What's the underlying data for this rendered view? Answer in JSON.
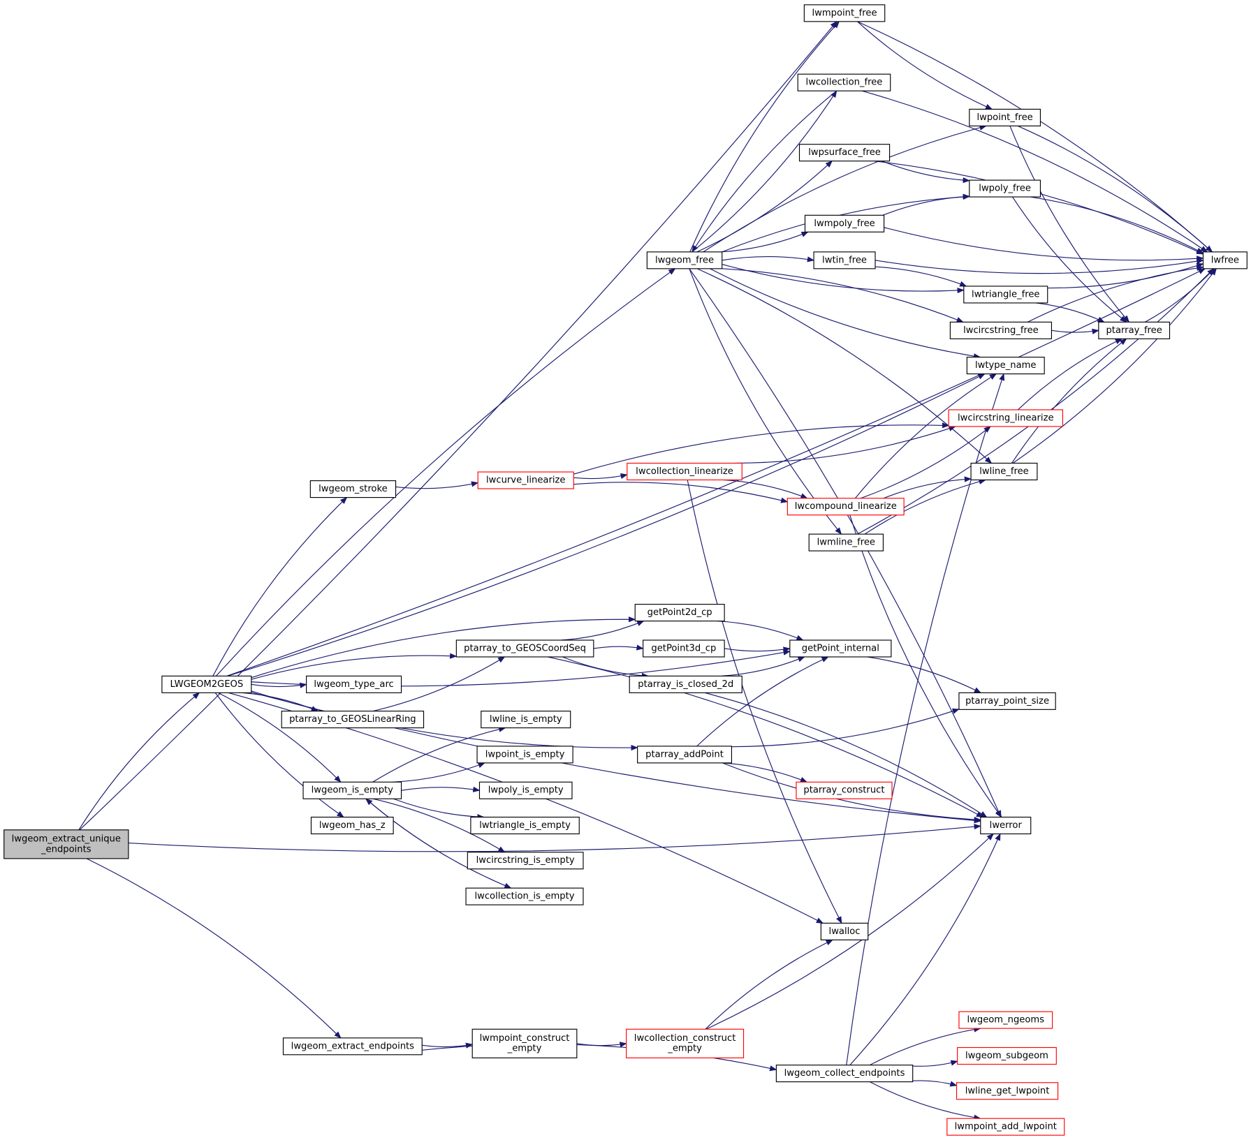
{
  "title": "Call graph of lwgeom_extract_unique_endpoints",
  "colors": {
    "edge": "#191970",
    "root_fill": "#bfbfbf",
    "node_border": "#000000",
    "external_border": "#ff0000"
  },
  "nodes": [
    {
      "id": "root",
      "label": [
        "lwgeom_extract_unique",
        "_endpoints"
      ],
      "style": "root"
    },
    {
      "id": "LWGEOM2GEOS",
      "label": [
        "LWGEOM2GEOS"
      ],
      "style": "normal"
    },
    {
      "id": "lwpoint_free_m",
      "label": [
        "lwmpoint_free"
      ],
      "style": "normal"
    },
    {
      "id": "lwcollection_free",
      "label": [
        "lwcollection_free"
      ],
      "style": "normal"
    },
    {
      "id": "lwpoint_free",
      "label": [
        "lwpoint_free"
      ],
      "style": "normal"
    },
    {
      "id": "lwpsurface_free",
      "label": [
        "lwpsurface_free"
      ],
      "style": "normal"
    },
    {
      "id": "lwpoly_free",
      "label": [
        "lwpoly_free"
      ],
      "style": "normal"
    },
    {
      "id": "lwmpoly_free",
      "label": [
        "lwmpoly_free"
      ],
      "style": "normal"
    },
    {
      "id": "lwgeom_free",
      "label": [
        "lwgeom_free"
      ],
      "style": "normal"
    },
    {
      "id": "lwtin_free",
      "label": [
        "lwtin_free"
      ],
      "style": "normal"
    },
    {
      "id": "lwfree",
      "label": [
        "lwfree"
      ],
      "style": "normal"
    },
    {
      "id": "lwtriangle_free",
      "label": [
        "lwtriangle_free"
      ],
      "style": "normal"
    },
    {
      "id": "lwcircstring_free",
      "label": [
        "lwcircstring_free"
      ],
      "style": "normal"
    },
    {
      "id": "ptarray_free",
      "label": [
        "ptarray_free"
      ],
      "style": "normal"
    },
    {
      "id": "lwtype_name",
      "label": [
        "lwtype_name"
      ],
      "style": "normal"
    },
    {
      "id": "lwcircstring_linearize",
      "label": [
        "lwcircstring_linearize"
      ],
      "style": "red"
    },
    {
      "id": "lwgeom_stroke",
      "label": [
        "lwgeom_stroke"
      ],
      "style": "normal"
    },
    {
      "id": "lwcurve_linearize",
      "label": [
        "lwcurve_linearize"
      ],
      "style": "red"
    },
    {
      "id": "lwcollection_linearize",
      "label": [
        "lwcollection_linearize"
      ],
      "style": "red"
    },
    {
      "id": "lwline_free",
      "label": [
        "lwline_free"
      ],
      "style": "normal"
    },
    {
      "id": "lwcompound_linearize",
      "label": [
        "lwcompound_linearize"
      ],
      "style": "red"
    },
    {
      "id": "lwmline_free",
      "label": [
        "lwmline_free"
      ],
      "style": "normal"
    },
    {
      "id": "getPoint2d_cp",
      "label": [
        "getPoint2d_cp"
      ],
      "style": "normal"
    },
    {
      "id": "ptarray_to_GEOSCoordSeq",
      "label": [
        "ptarray_to_GEOSCoordSeq"
      ],
      "style": "normal"
    },
    {
      "id": "getPoint3d_cp",
      "label": [
        "getPoint3d_cp"
      ],
      "style": "normal"
    },
    {
      "id": "getPoint_internal",
      "label": [
        "getPoint_internal"
      ],
      "style": "normal"
    },
    {
      "id": "lwgeom_type_arc",
      "label": [
        "lwgeom_type_arc"
      ],
      "style": "normal"
    },
    {
      "id": "ptarray_is_closed_2d",
      "label": [
        "ptarray_is_closed_2d"
      ],
      "style": "normal"
    },
    {
      "id": "ptarray_point_size",
      "label": [
        "ptarray_point_size"
      ],
      "style": "normal"
    },
    {
      "id": "ptarray_to_GEOSLinearRing",
      "label": [
        "ptarray_to_GEOSLinearRing"
      ],
      "style": "normal"
    },
    {
      "id": "lwline_is_empty",
      "label": [
        "lwline_is_empty"
      ],
      "style": "normal"
    },
    {
      "id": "lwpoint_is_empty",
      "label": [
        "lwpoint_is_empty"
      ],
      "style": "normal"
    },
    {
      "id": "ptarray_addPoint",
      "label": [
        "ptarray_addPoint"
      ],
      "style": "normal"
    },
    {
      "id": "lwgeom_is_empty",
      "label": [
        "lwgeom_is_empty"
      ],
      "style": "normal"
    },
    {
      "id": "lwpoly_is_empty",
      "label": [
        "lwpoly_is_empty"
      ],
      "style": "normal"
    },
    {
      "id": "ptarray_construct",
      "label": [
        "ptarray_construct"
      ],
      "style": "red"
    },
    {
      "id": "lwgeom_has_z",
      "label": [
        "lwgeom_has_z"
      ],
      "style": "normal"
    },
    {
      "id": "lwtriangle_is_empty",
      "label": [
        "lwtriangle_is_empty"
      ],
      "style": "normal"
    },
    {
      "id": "lwerror",
      "label": [
        "lwerror"
      ],
      "style": "normal"
    },
    {
      "id": "lwcircstring_is_empty",
      "label": [
        "lwcircstring_is_empty"
      ],
      "style": "normal"
    },
    {
      "id": "lwcollection_is_empty",
      "label": [
        "lwcollection_is_empty"
      ],
      "style": "normal"
    },
    {
      "id": "lwalloc",
      "label": [
        "lwalloc"
      ],
      "style": "normal"
    },
    {
      "id": "lwgeom_ngeoms",
      "label": [
        "lwgeom_ngeoms"
      ],
      "style": "red"
    },
    {
      "id": "lwgeom_extract_endpoints",
      "label": [
        "lwgeom_extract_endpoints"
      ],
      "style": "normal"
    },
    {
      "id": "lwmpoint_construct_empty",
      "label": [
        "lwmpoint_construct",
        "_empty"
      ],
      "style": "normal"
    },
    {
      "id": "lwcollection_construct_empty",
      "label": [
        "lwcollection_construct",
        "_empty"
      ],
      "style": "red"
    },
    {
      "id": "lwgeom_subgeom",
      "label": [
        "lwgeom_subgeom"
      ],
      "style": "red"
    },
    {
      "id": "lwgeom_collect_endpoints",
      "label": [
        "lwgeom_collect_endpoints"
      ],
      "style": "normal"
    },
    {
      "id": "lwline_get_lwpoint",
      "label": [
        "lwline_get_lwpoint"
      ],
      "style": "red"
    },
    {
      "id": "lwmpoint_add_lwpoint",
      "label": [
        "lwmpoint_add_lwpoint"
      ],
      "style": "red"
    }
  ],
  "edges": [
    [
      "root",
      "LWGEOM2GEOS"
    ],
    [
      "root",
      "lwpoint_free_m"
    ],
    [
      "root",
      "lwgeom_extract_endpoints"
    ],
    [
      "root",
      "lwerror"
    ],
    [
      "LWGEOM2GEOS",
      "lwgeom_free"
    ],
    [
      "LWGEOM2GEOS",
      "lwtype_name"
    ],
    [
      "LWGEOM2GEOS",
      "lwgeom_stroke"
    ],
    [
      "LWGEOM2GEOS",
      "lwfree"
    ],
    [
      "LWGEOM2GEOS",
      "getPoint2d_cp"
    ],
    [
      "LWGEOM2GEOS",
      "getPoint_internal"
    ],
    [
      "LWGEOM2GEOS",
      "ptarray_to_GEOSCoordSeq"
    ],
    [
      "LWGEOM2GEOS",
      "lwgeom_type_arc"
    ],
    [
      "LWGEOM2GEOS",
      "ptarray_to_GEOSLinearRing"
    ],
    [
      "LWGEOM2GEOS",
      "ptarray_addPoint"
    ],
    [
      "LWGEOM2GEOS",
      "lwgeom_is_empty"
    ],
    [
      "LWGEOM2GEOS",
      "lwgeom_has_z"
    ],
    [
      "LWGEOM2GEOS",
      "lwalloc"
    ],
    [
      "LWGEOM2GEOS",
      "lwerror"
    ],
    [
      "lwpoint_free_m",
      "lwfree"
    ],
    [
      "lwpoint_free_m",
      "lwpoint_free"
    ],
    [
      "lwcollection_free",
      "lwfree"
    ],
    [
      "lwcollection_free",
      "lwgeom_free"
    ],
    [
      "lwpoint_free",
      "lwfree"
    ],
    [
      "lwpoint_free",
      "ptarray_free"
    ],
    [
      "lwpsurface_free",
      "lwfree"
    ],
    [
      "lwpsurface_free",
      "lwpoly_free"
    ],
    [
      "lwpoly_free",
      "lwfree"
    ],
    [
      "lwpoly_free",
      "ptarray_free"
    ],
    [
      "lwmpoly_free",
      "lwpoly_free"
    ],
    [
      "lwmpoly_free",
      "lwfree"
    ],
    [
      "lwgeom_free",
      "lwpoint_free_m"
    ],
    [
      "lwgeom_free",
      "lwcollection_free"
    ],
    [
      "lwgeom_free",
      "lwpoint_free"
    ],
    [
      "lwgeom_free",
      "lwpsurface_free"
    ],
    [
      "lwgeom_free",
      "lwpoly_free"
    ],
    [
      "lwgeom_free",
      "lwmpoly_free"
    ],
    [
      "lwgeom_free",
      "lwtin_free"
    ],
    [
      "lwgeom_free",
      "lwtriangle_free"
    ],
    [
      "lwgeom_free",
      "lwcircstring_free"
    ],
    [
      "lwgeom_free",
      "lwtype_name"
    ],
    [
      "lwgeom_free",
      "lwline_free"
    ],
    [
      "lwgeom_free",
      "lwmline_free"
    ],
    [
      "lwgeom_free",
      "lwerror"
    ],
    [
      "lwtin_free",
      "lwfree"
    ],
    [
      "lwtin_free",
      "lwtriangle_free"
    ],
    [
      "lwtriangle_free",
      "lwfree"
    ],
    [
      "lwtriangle_free",
      "ptarray_free"
    ],
    [
      "lwcircstring_free",
      "ptarray_free"
    ],
    [
      "lwcircstring_free",
      "lwfree"
    ],
    [
      "ptarray_free",
      "lwfree"
    ],
    [
      "lwcircstring_linearize",
      "ptarray_free"
    ],
    [
      "lwgeom_stroke",
      "lwcurve_linearize"
    ],
    [
      "lwcurve_linearize",
      "lwcircstring_linearize"
    ],
    [
      "lwcurve_linearize",
      "lwcollection_linearize"
    ],
    [
      "lwcurve_linearize",
      "lwcompound_linearize"
    ],
    [
      "lwcollection_linearize",
      "lwcircstring_linearize"
    ],
    [
      "lwcollection_linearize",
      "lwcompound_linearize"
    ],
    [
      "lwcollection_linearize",
      "lwalloc"
    ],
    [
      "lwcompound_linearize",
      "lwtype_name"
    ],
    [
      "lwcompound_linearize",
      "lwcircstring_linearize"
    ],
    [
      "lwcompound_linearize",
      "lwline_free"
    ],
    [
      "lwcompound_linearize",
      "lwerror"
    ],
    [
      "lwline_free",
      "ptarray_free"
    ],
    [
      "lwline_free",
      "lwfree"
    ],
    [
      "lwmline_free",
      "lwline_free"
    ],
    [
      "lwmline_free",
      "lwfree"
    ],
    [
      "getPoint2d_cp",
      "getPoint_internal"
    ],
    [
      "ptarray_to_GEOSCoordSeq",
      "getPoint2d_cp"
    ],
    [
      "ptarray_to_GEOSCoordSeq",
      "getPoint3d_cp"
    ],
    [
      "ptarray_to_GEOSCoordSeq",
      "ptarray_is_closed_2d"
    ],
    [
      "ptarray_to_GEOSCoordSeq",
      "lwerror"
    ],
    [
      "getPoint3d_cp",
      "getPoint_internal"
    ],
    [
      "getPoint_internal",
      "ptarray_point_size"
    ],
    [
      "ptarray_is_closed_2d",
      "getPoint_internal"
    ],
    [
      "ptarray_is_closed_2d",
      "lwerror"
    ],
    [
      "ptarray_to_GEOSLinearRing",
      "ptarray_to_GEOSCoordSeq"
    ],
    [
      "ptarray_addPoint",
      "getPoint_internal"
    ],
    [
      "ptarray_addPoint",
      "ptarray_point_size"
    ],
    [
      "ptarray_addPoint",
      "ptarray_construct"
    ],
    [
      "ptarray_addPoint",
      "lwerror"
    ],
    [
      "lwgeom_is_empty",
      "lwline_is_empty"
    ],
    [
      "lwgeom_is_empty",
      "lwpoint_is_empty"
    ],
    [
      "lwgeom_is_empty",
      "lwpoly_is_empty"
    ],
    [
      "lwgeom_is_empty",
      "lwtriangle_is_empty"
    ],
    [
      "lwgeom_is_empty",
      "lwcircstring_is_empty"
    ],
    [
      "lwgeom_is_empty",
      "lwcollection_is_empty"
    ],
    [
      "lwcollection_is_empty",
      "lwgeom_is_empty"
    ],
    [
      "lwgeom_extract_endpoints",
      "lwmpoint_construct_empty"
    ],
    [
      "lwgeom_extract_endpoints",
      "lwgeom_collect_endpoints"
    ],
    [
      "lwmpoint_construct_empty",
      "lwcollection_construct_empty"
    ],
    [
      "lwcollection_construct_empty",
      "lwalloc"
    ],
    [
      "lwcollection_construct_empty",
      "lwerror"
    ],
    [
      "lwgeom_collect_endpoints",
      "lwtype_name"
    ],
    [
      "lwgeom_collect_endpoints",
      "lwerror"
    ],
    [
      "lwgeom_collect_endpoints",
      "lwgeom_ngeoms"
    ],
    [
      "lwgeom_collect_endpoints",
      "lwgeom_subgeom"
    ],
    [
      "lwgeom_collect_endpoints",
      "lwline_get_lwpoint"
    ],
    [
      "lwgeom_collect_endpoints",
      "lwmpoint_add_lwpoint"
    ]
  ]
}
